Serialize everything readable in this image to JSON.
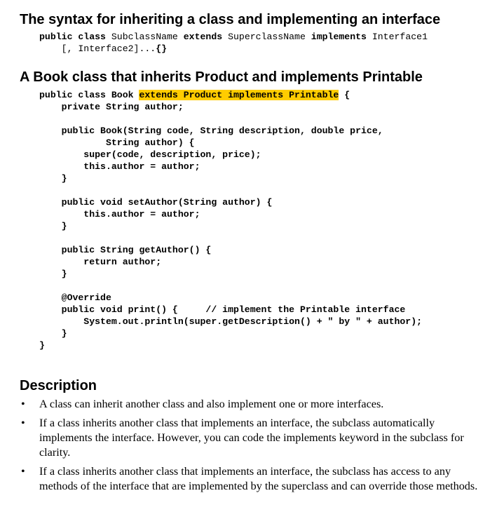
{
  "section1": {
    "title": "The syntax for inheriting a class and implementing an interface",
    "line1": {
      "kw1": "public class",
      "t1": " SubclassName ",
      "kw2": "extends",
      "t2": " SuperclassName ",
      "kw3": "implements",
      "t3": " Interface1"
    },
    "line2": {
      "t1": "    [, Interface2]...",
      "kw1": "{}"
    }
  },
  "section2": {
    "title": "A Book class that inherits Product and implements Printable",
    "code": {
      "decl_start": "public class Book ",
      "decl_highlight": "extends Product implements Printable",
      "decl_end": " {",
      "body": "\n    private String author;\n\n    public Book(String code, String description, double price,\n            String author) {\n        super(code, description, price);\n        this.author = author;\n    }\n\n    public void setAuthor(String author) {\n        this.author = author;\n    }\n\n    public String getAuthor() {\n        return author;\n    }\n\n    @Override\n    public void print() {     // implement the Printable interface\n        System.out.println(super.getDescription() + \" by \" + author);\n    }\n}"
    }
  },
  "description": {
    "title": "Description",
    "bullet_glyph": "•",
    "items": [
      "A class can inherit another class and also implement one or more interfaces.",
      "If a class inherits another class that implements an interface, the subclass automatically implements the interface. However, you can code the implements keyword in the subclass for clarity.",
      "If a class inherits another class that implements an interface, the subclass has access to any methods of the interface that are implemented by the superclass and can override those methods."
    ]
  }
}
